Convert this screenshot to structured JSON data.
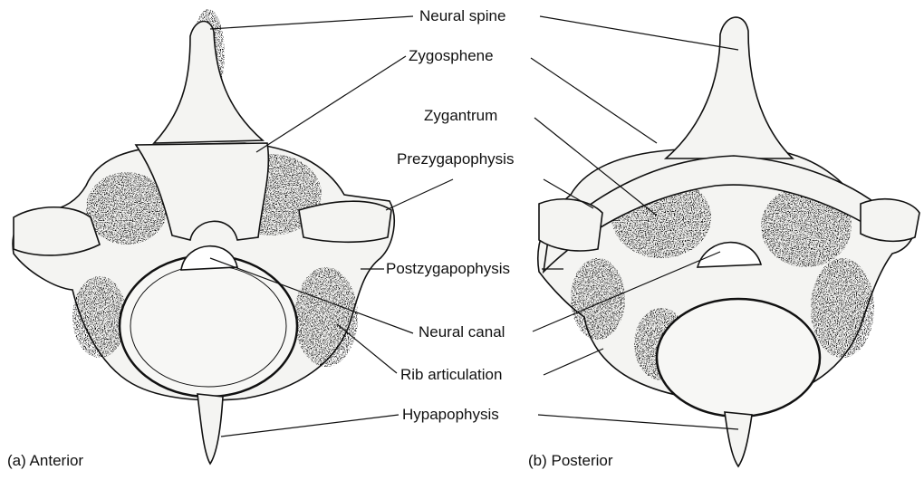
{
  "labels": {
    "neural_spine": "Neural spine",
    "zygosphene": "Zygosphene",
    "zygantrum": "Zygantrum",
    "prezygapophysis": "Prezygapophysis",
    "postzygapophysis": "Postzygapophysis",
    "neural_canal": "Neural canal",
    "rib_articulation": "Rib articulation",
    "hypapophysis": "Hypapophysis"
  },
  "captions": {
    "anterior": "(a) Anterior",
    "posterior": "(b) Posterior"
  },
  "colors": {
    "bone_fill": "#f4f4f2",
    "ink": "#111111",
    "shade": "#2a2a2a"
  }
}
